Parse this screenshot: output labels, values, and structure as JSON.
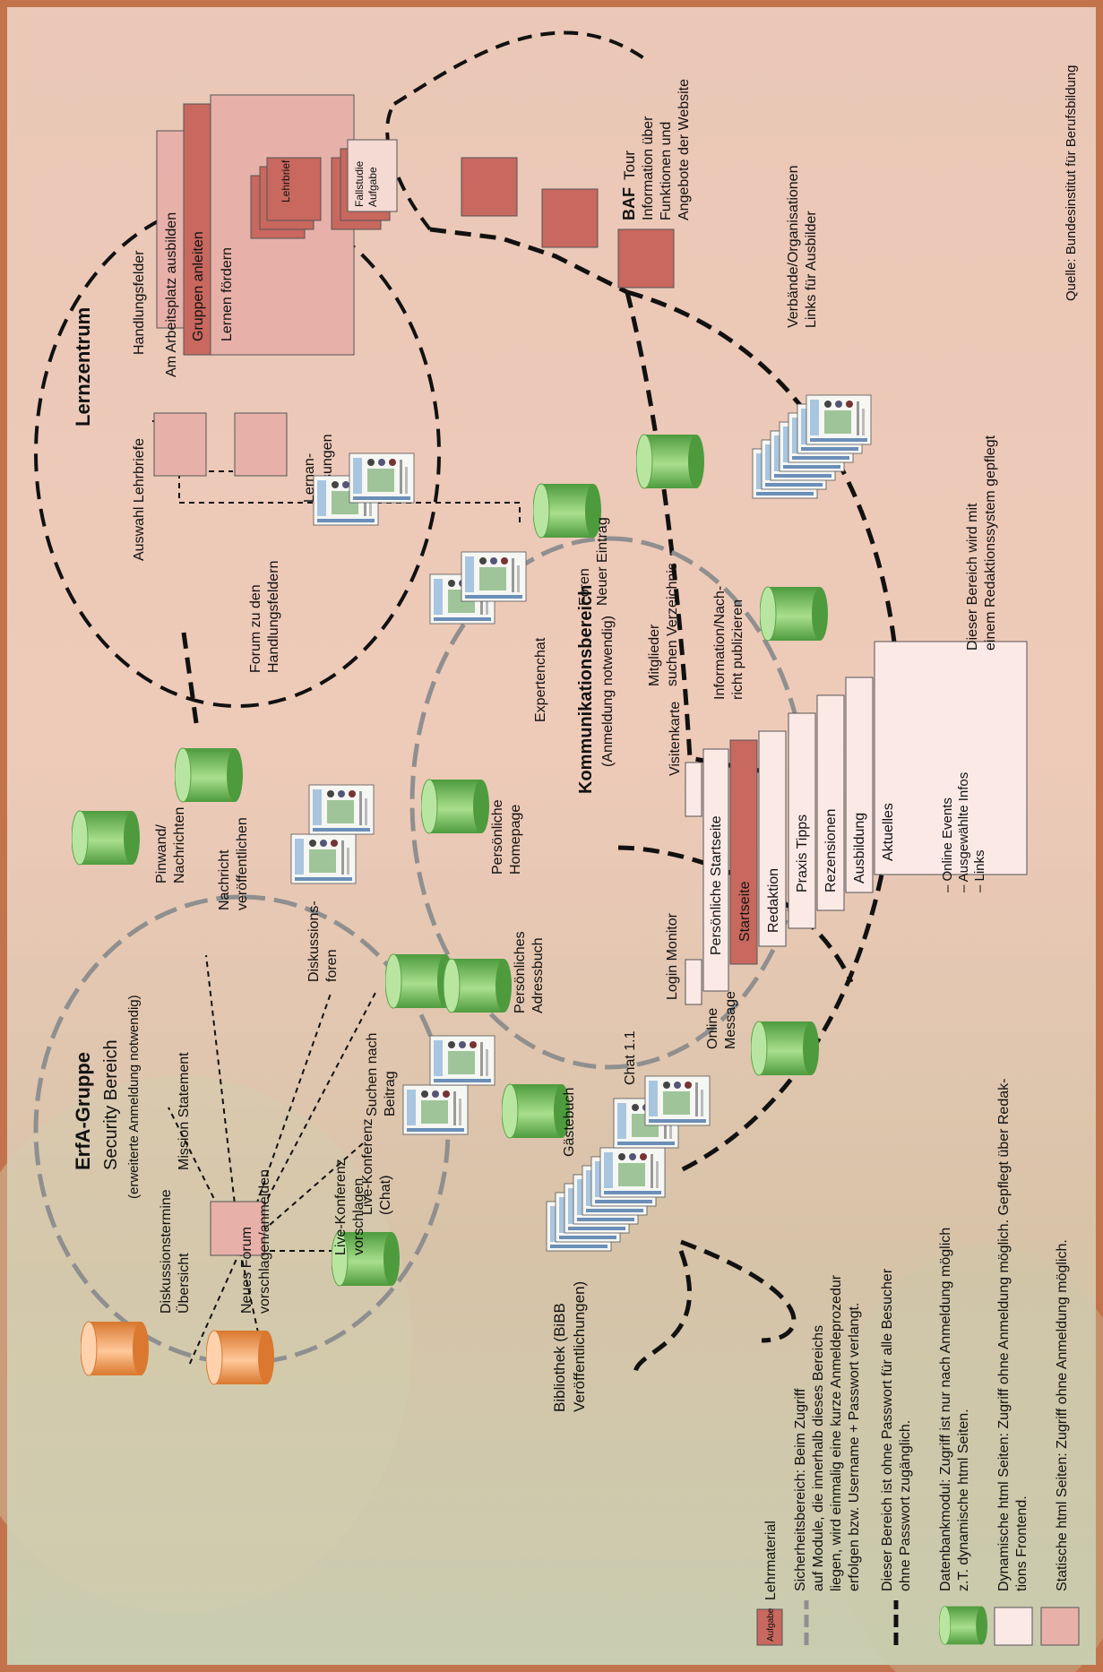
{
  "source": "Quelle: Bundesinstitut für Berufsbildung",
  "colors": {
    "database": "#7cc46a",
    "database_orange": "#f0a060",
    "static_page": "#e7b1a9",
    "dynamic_page": "#fbe9e6",
    "lehrmaterial": "#c8685e",
    "security_line": "#8f8f8f",
    "open_line": "#111111"
  },
  "lernzentrum": {
    "title": "Lernzentrum",
    "auswahl": "Auswahl Lehrbriefe",
    "lernan": [
      "Lernan-",
      "weisungen"
    ],
    "handlungsfelder": "Handlungsfelder",
    "arbeitsplatz": "Am Arbeitsplatz ausbilden",
    "gruppen": "Gruppen anleiten",
    "lernen": "Lernen fördern",
    "lehrbrief": "Lehrbrief",
    "fallstudie": [
      "Fallstudie",
      "Aufgabe"
    ],
    "forum": [
      "Forum zu den",
      "Handlungsfeldern"
    ]
  },
  "baf": {
    "title": "BAF",
    "tour": "Tour",
    "lines": [
      "Information über",
      "Funktionen und",
      "Angebote der Website"
    ],
    "verbaende": [
      "Verbände/Organisationen",
      "Links für Ausbilder"
    ]
  },
  "erfa": {
    "title": "ErfA-Gruppe",
    "subtitle": "Security Bereich",
    "note": "(erweiterte Anmeldung notwendig)",
    "mission": "Mission Statement",
    "pinwand": [
      "Pinwand/",
      "Nachrichten"
    ],
    "nachricht": [
      "Nachricht",
      "veröffentlichen"
    ],
    "diskussionsforen": [
      "Diskussions-",
      "foren"
    ],
    "suchen": [
      "Suchen nach",
      "Beitrag"
    ],
    "live_chat": [
      "Live-Konferenz",
      "(Chat)"
    ],
    "live_vorschlagen": [
      "Live-Konferenz",
      "vorschlagen"
    ],
    "neues_forum": [
      "Neues Forum",
      "vorschlagen/anmelden"
    ],
    "diskussionstermine": [
      "Diskussionstermine",
      "Übersicht"
    ]
  },
  "komm": {
    "title": "Kommunikationsbereich",
    "note": "(Anmeldung notwendig)",
    "expertenchat": "Expertenchat",
    "foren": [
      "Foren",
      "Neuer Eintrag"
    ],
    "mitglieder": [
      "Mitglieder",
      "suchen Verzeichnis"
    ],
    "information": [
      "Information/Nach-",
      "richt publizieren"
    ],
    "homepage": [
      "Persönliche",
      "Homepage"
    ],
    "adressbuch": [
      "Persönliches",
      "Adressbuch"
    ],
    "gaestebuch": "Gästebuch",
    "chat": "Chat 1.1",
    "online": [
      "Online",
      "Message"
    ],
    "login": "Login Monitor",
    "visitenkarte": "Visitenkarte",
    "persoenliche_startseite": "Persönliche Startseite",
    "startseite": "Startseite",
    "redaktion": "Redaktion",
    "praxis": "Praxis Tipps",
    "rezensionen": "Rezensionen",
    "ausbildung": "Ausbildung",
    "aktuelles": "Aktuelles",
    "aktuelles_items": [
      "– Online Events",
      "– Ausgewählte Infos",
      "– Links"
    ],
    "redaktionssystem": [
      "Dieser Bereich wird mit",
      "einem Redaktionssystem gepflegt"
    ]
  },
  "bibliothek": [
    "Bibliothek (BiBB",
    "Veröffentlichungen)"
  ],
  "legend": {
    "aufgabe_tag": "Aufgabe",
    "lehrmaterial": "Lehrmaterial",
    "security": [
      "Sicherheitsbereich: Beim Zugriff",
      "auf Module, die innerhalb dieses Bereichs",
      "liegen, wird einmalig eine kurze Anmeldeprozedur",
      "erfolgen bzw. Username + Passwort verlangt."
    ],
    "open": [
      "Dieser Bereich ist ohne Passwort für alle Besucher",
      "ohne Passwort zugänglich."
    ],
    "database": [
      "Datenbankmodul: Zugriff ist nur nach Anmeldung möglich",
      "z.T. dynamische html Seiten."
    ],
    "dynamic": [
      "Dynamische html Seiten: Zugriff ohne Anmeldung möglich. Gepflegt über Redak-",
      "tions Frontend."
    ],
    "static": "Statische html Seiten: Zugriff ohne Anmeldung möglich."
  }
}
